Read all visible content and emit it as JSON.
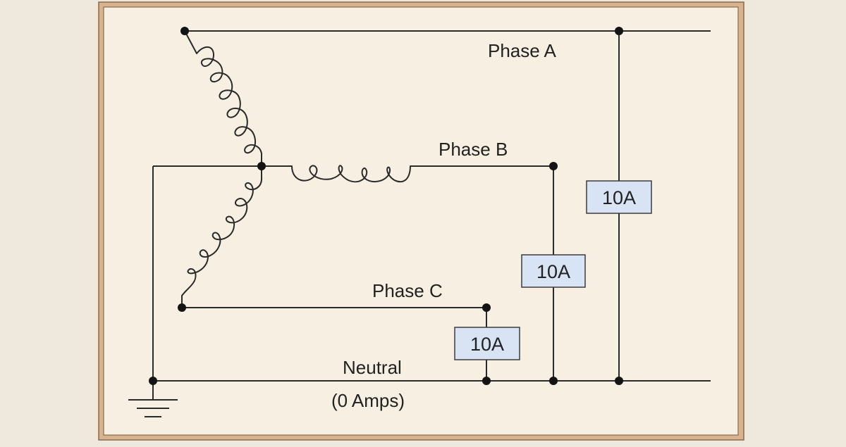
{
  "colors": {
    "page_background": "#efe8dc",
    "frame_outer": "#d7b48f",
    "frame_inner": "#f6efe2",
    "wire": "#2a2a2a",
    "meter_fill": "#d8e4f4"
  },
  "diagram": {
    "phase_a_label": "Phase A",
    "phase_b_label": "Phase B",
    "phase_c_label": "Phase C",
    "neutral_label": "Neutral",
    "neutral_current_label": "(0 Amps)",
    "meters": [
      {
        "phase": "Phase A",
        "reading": "10A"
      },
      {
        "phase": "Phase B",
        "reading": "10A"
      },
      {
        "phase": "Phase C",
        "reading": "10A"
      }
    ],
    "ground_icon": "ground-symbol-icon",
    "winding_icon": "inductor-coil-icon"
  }
}
